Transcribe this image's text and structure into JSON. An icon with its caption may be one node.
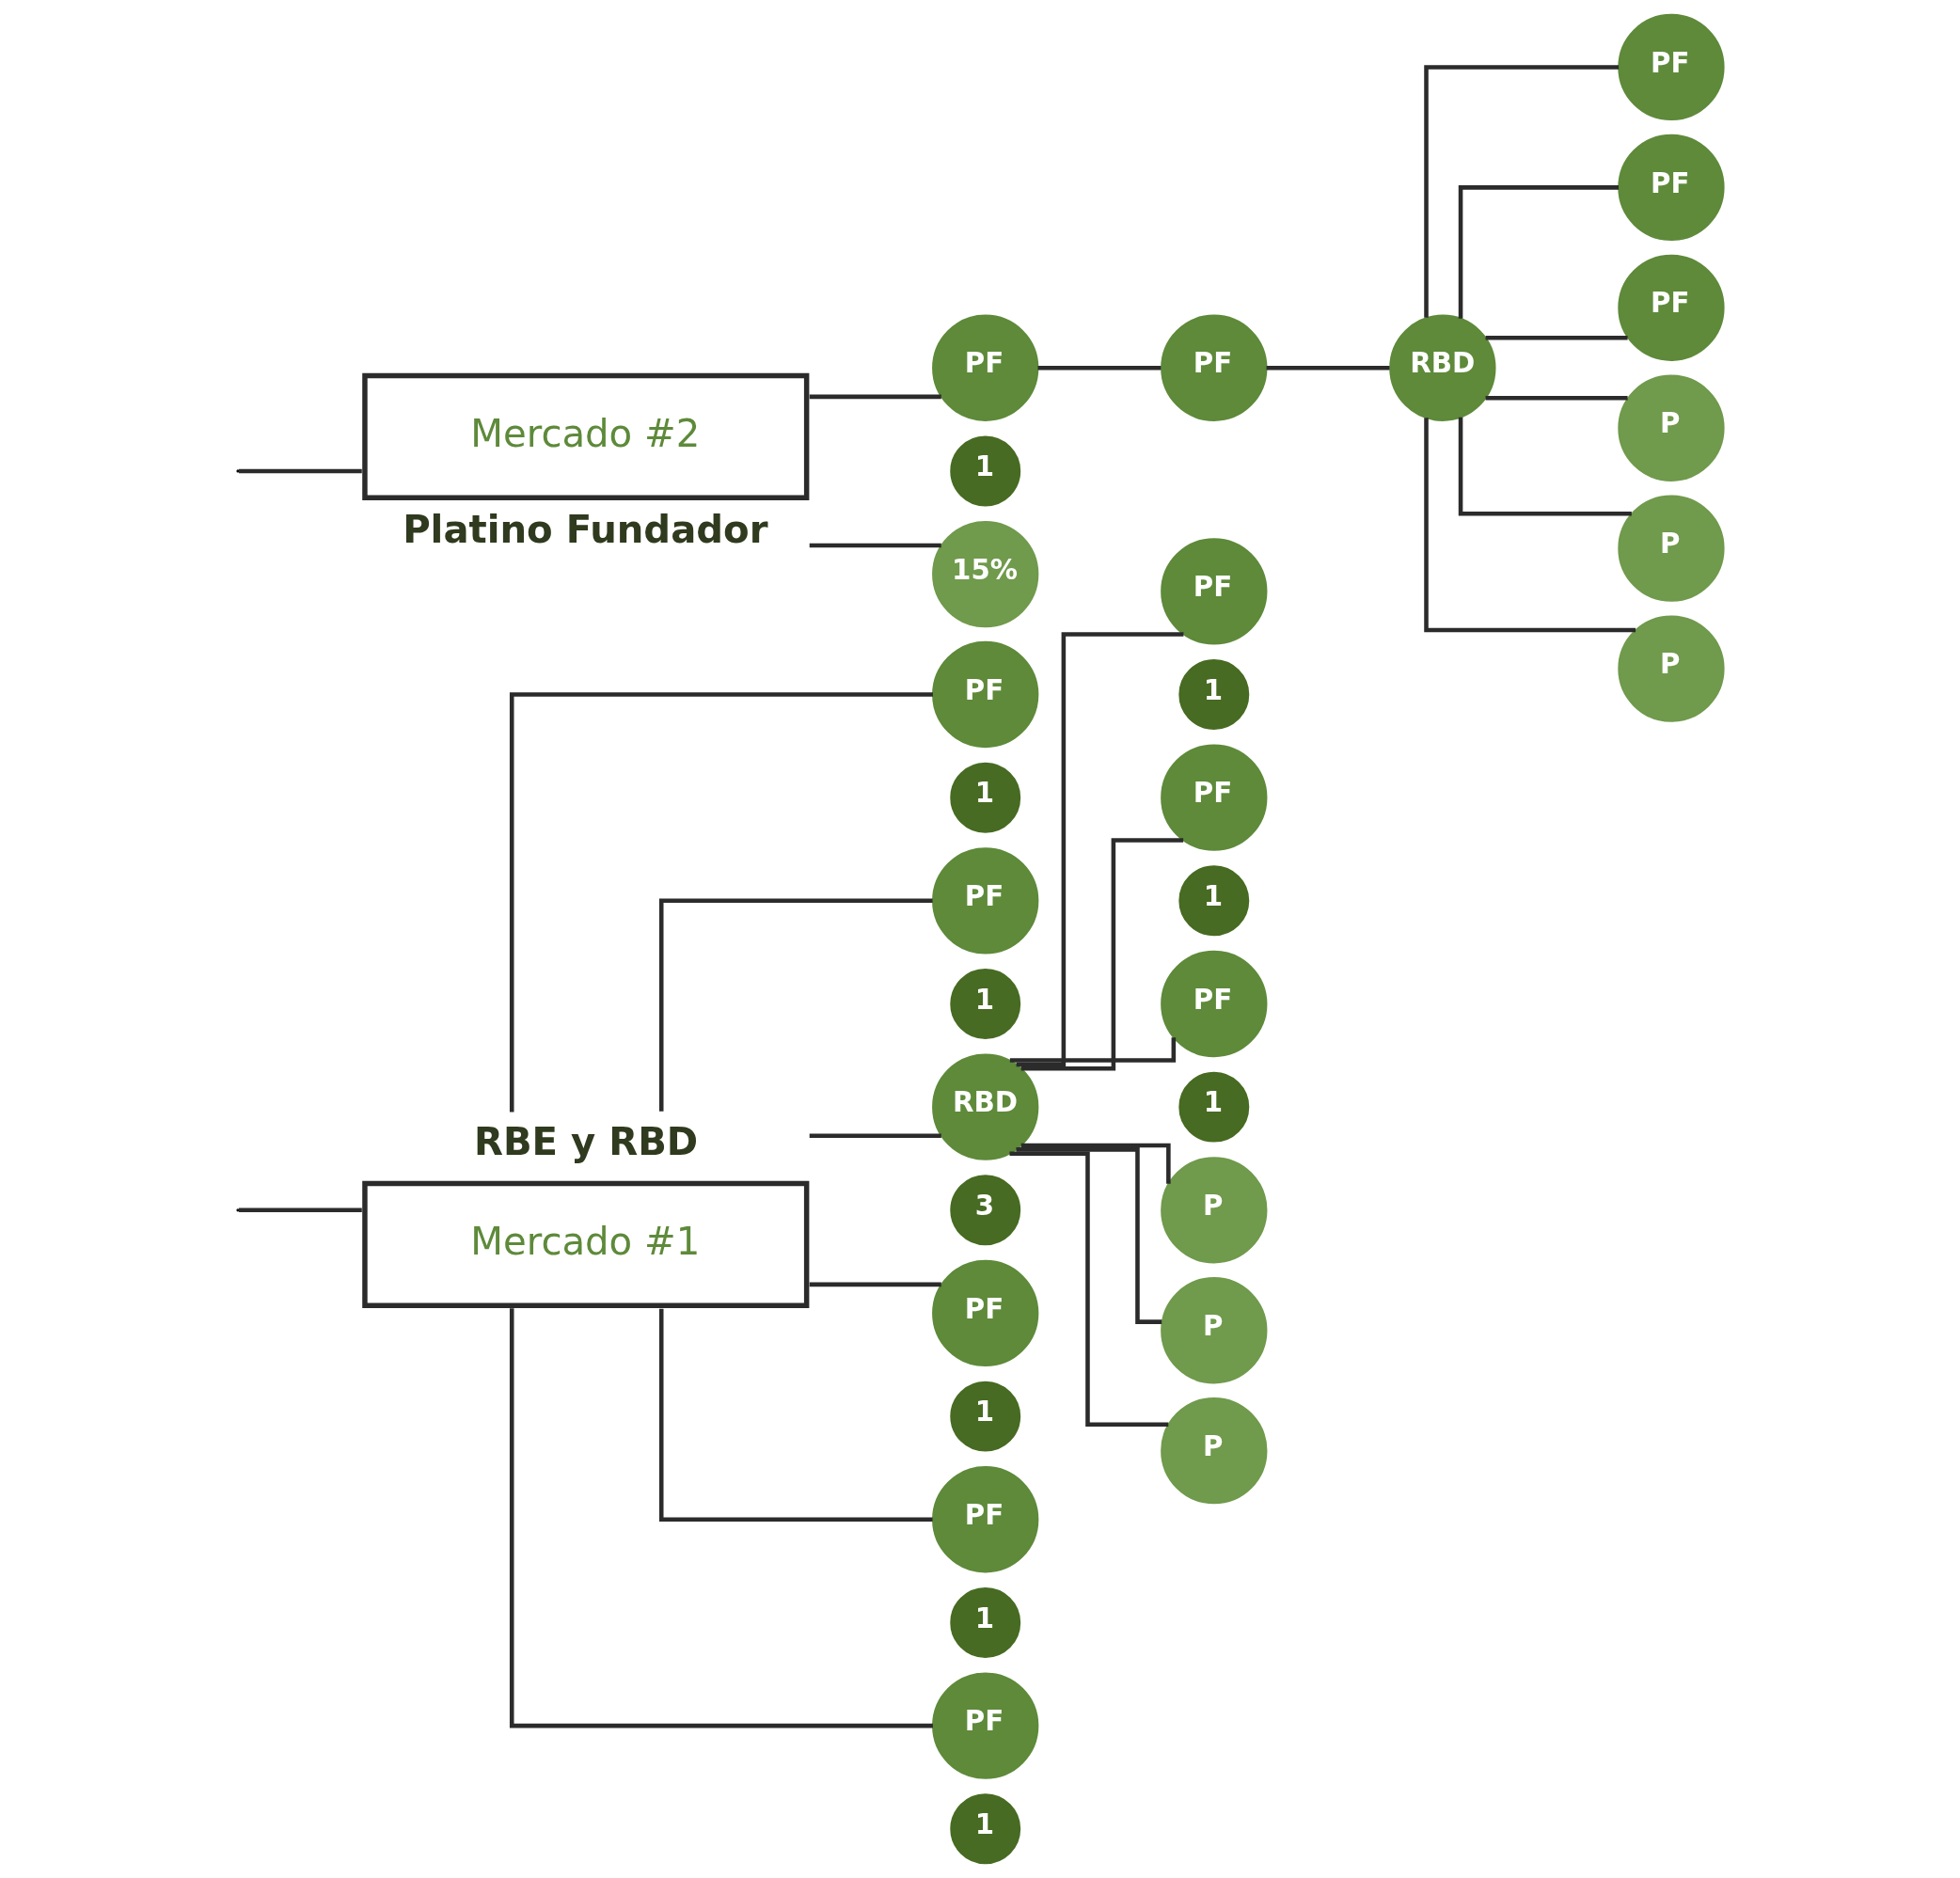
{
  "diagram": {
    "nodes": [
      {
        "text": [
          "Mercado #1"
        ],
        "beside": [
          "RBE y RBD"
        ]
      },
      {
        "text": [
          "Mercado #2"
        ],
        "beside": [
          "Platino Fundador"
        ]
      },
      {
        "text": [
          "PF"
        ]
      },
      {
        "text": [
          "1"
        ]
      },
      {
        "text": [
          "PF"
        ]
      },
      {
        "text": [
          "1"
        ]
      },
      {
        "text": [
          "RBD"
        ]
      },
      {
        "text": [
          "3"
        ]
      },
      {
        "text": [
          "PF"
        ]
      },
      {
        "text": [
          "1"
        ]
      },
      {
        "text": [
          "PF"
        ]
      },
      {
        "text": [
          "1"
        ]
      },
      {
        "text": [
          "PF"
        ]
      },
      {
        "text": [
          "1"
        ]
      },
      {
        "text": [
          "PF"
        ]
      },
      {
        "text": [
          "1"
        ]
      },
      {
        "text": [
          "PF"
        ]
      },
      {
        "text": [
          "1"
        ]
      },
      {
        "text": [
          "PF"
        ]
      },
      {
        "text": [
          "1"
        ]
      },
      {
        "text": [
          "P"
        ]
      },
      {
        "text": [
          "P"
        ]
      },
      {
        "text": [
          "P"
        ]
      },
      {
        "text": [
          "PF"
        ]
      },
      {
        "text": [
          "1"
        ]
      },
      {
        "text": [
          "15%"
        ]
      },
      {
        "text": [
          "PF"
        ]
      },
      {
        "text": [
          "RBD"
        ]
      },
      {
        "text": [
          "PF"
        ]
      },
      {
        "text": [
          "PF"
        ]
      },
      {
        "text": [
          "PF"
        ]
      },
      {
        "text": [
          "P"
        ]
      },
      {
        "text": [
          "P"
        ]
      },
      {
        "text": [
          "P"
        ]
      }
    ],
    "edges": [
      {
        "from": null,
        "to": 0,
        "arrow": "none"
      },
      {
        "from": null,
        "to": 1,
        "arrow": "none"
      },
      {
        "from": 0,
        "to": 2,
        "arrow": "none"
      },
      {
        "from": 0,
        "to": 4,
        "arrow": "none"
      },
      {
        "from": 0,
        "to": 6,
        "arrow": "none"
      },
      {
        "from": 0,
        "to": 8,
        "arrow": "none"
      },
      {
        "from": 0,
        "to": 10,
        "arrow": "none"
      },
      {
        "from": 0,
        "to": 12,
        "arrow": "none"
      },
      {
        "from": 6,
        "to": 14,
        "arrow": "none"
      },
      {
        "from": 6,
        "to": 16,
        "arrow": "none"
      },
      {
        "from": 6,
        "to": 18,
        "arrow": "none"
      },
      {
        "from": 6,
        "to": 20,
        "arrow": "none"
      },
      {
        "from": 6,
        "to": 21,
        "arrow": "none"
      },
      {
        "from": 6,
        "to": 22,
        "arrow": "none"
      },
      {
        "from": 1,
        "to": 23,
        "arrow": "none"
      },
      {
        "from": 1,
        "to": 25,
        "arrow": "none"
      },
      {
        "from": 23,
        "to": 26,
        "arrow": "none"
      },
      {
        "from": 26,
        "to": 27,
        "arrow": "none"
      },
      {
        "from": 27,
        "to": 28,
        "arrow": "none"
      },
      {
        "from": 27,
        "to": 29,
        "arrow": "none"
      },
      {
        "from": 27,
        "to": 30,
        "arrow": "none"
      },
      {
        "from": 27,
        "to": 31,
        "arrow": "none"
      },
      {
        "from": 27,
        "to": 32,
        "arrow": "none"
      },
      {
        "from": 27,
        "to": 33,
        "arrow": "none"
      }
    ]
  }
}
